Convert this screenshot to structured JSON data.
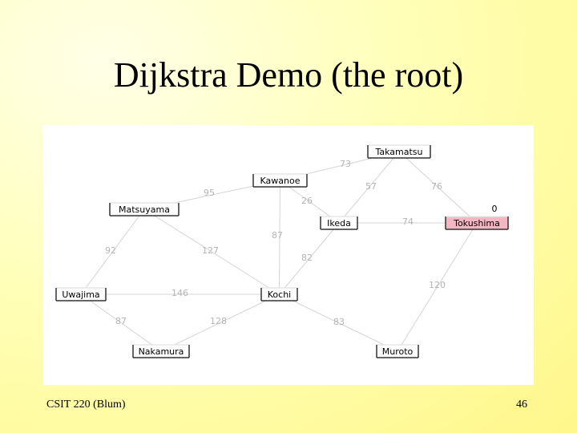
{
  "slide": {
    "title": "Dijkstra Demo (the root)",
    "footer_left": "CSIT 220 (Blum)",
    "page_number": "46"
  },
  "colors": {
    "background": "#ffff99",
    "node_fill": "#ffffff",
    "root_fill": "#f4b6c2",
    "edge": "#d4d4d4",
    "weight_text": "#b4b4b4"
  },
  "graph": {
    "nodes": [
      {
        "id": "takamatsu",
        "label": "Takamatsu",
        "root": false
      },
      {
        "id": "kawanoe",
        "label": "Kawanoe",
        "root": false
      },
      {
        "id": "matsuyama",
        "label": "Matsuyama",
        "root": false
      },
      {
        "id": "ikeda",
        "label": "Ikeda",
        "root": false
      },
      {
        "id": "tokushima",
        "label": "Tokushima",
        "root": true,
        "distance": "0"
      },
      {
        "id": "uwajima",
        "label": "Uwajima",
        "root": false
      },
      {
        "id": "kochi",
        "label": "Kochi",
        "root": false
      },
      {
        "id": "nakamura",
        "label": "Nakamura",
        "root": false
      },
      {
        "id": "muroto",
        "label": "Muroto",
        "root": false
      }
    ],
    "edges": [
      {
        "from": "kawanoe",
        "to": "takamatsu",
        "weight": "73"
      },
      {
        "from": "ikeda",
        "to": "takamatsu",
        "weight": "57"
      },
      {
        "from": "takamatsu",
        "to": "tokushima",
        "weight": "76"
      },
      {
        "from": "matsuyama",
        "to": "kawanoe",
        "weight": "95"
      },
      {
        "from": "kawanoe",
        "to": "ikeda",
        "weight": "26"
      },
      {
        "from": "ikeda",
        "to": "tokushima",
        "weight": "74"
      },
      {
        "from": "kawanoe",
        "to": "kochi",
        "weight": "87"
      },
      {
        "from": "ikeda",
        "to": "kochi",
        "weight": "82"
      },
      {
        "from": "matsuyama",
        "to": "uwajima",
        "weight": "92"
      },
      {
        "from": "matsuyama",
        "to": "kochi",
        "weight": "127"
      },
      {
        "from": "uwajima",
        "to": "kochi",
        "weight": "146"
      },
      {
        "from": "uwajima",
        "to": "nakamura",
        "weight": "87"
      },
      {
        "from": "kochi",
        "to": "nakamura",
        "weight": "128"
      },
      {
        "from": "kochi",
        "to": "muroto",
        "weight": "83"
      },
      {
        "from": "tokushima",
        "to": "muroto",
        "weight": "120"
      }
    ]
  }
}
